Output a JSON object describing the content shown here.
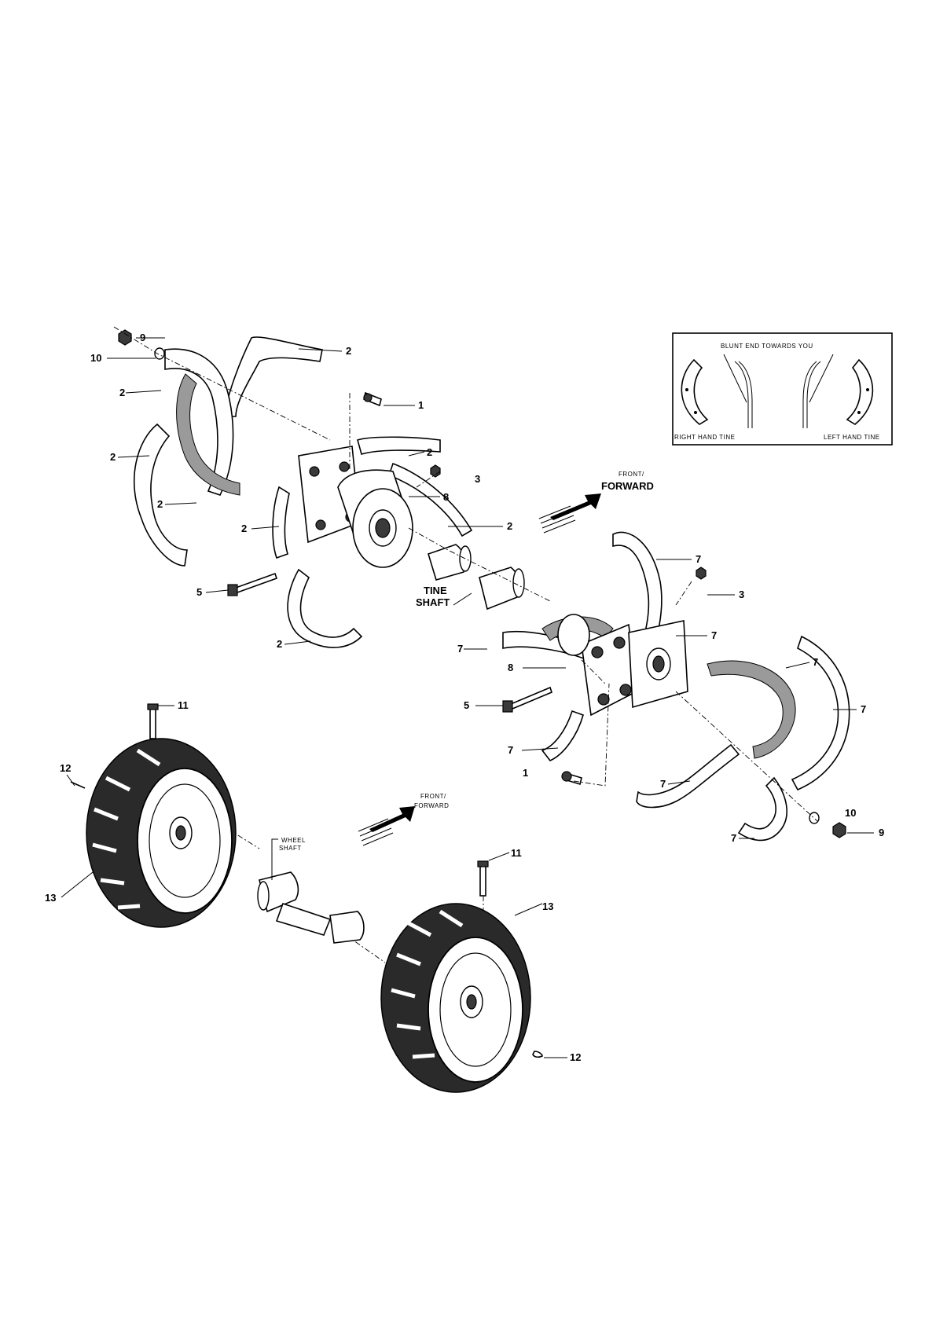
{
  "inset": {
    "title": "BLUNT END TOWARDS YOU",
    "right_label": "RIGHT HAND TINE",
    "left_label": "LEFT HAND TINE"
  },
  "directions": {
    "front_forward_1": [
      "FRONT/",
      "FORWARD"
    ],
    "front_forward_2": [
      "FRONT/",
      "FORWARD"
    ]
  },
  "captions": {
    "tine_shaft": [
      "TINE",
      "SHAFT"
    ],
    "wheel_shaft": [
      "WHEEL",
      "SHAFT"
    ]
  },
  "callouts": {
    "left_assembly": [
      "9",
      "10",
      "2",
      "2",
      "2",
      "2",
      "1",
      "2",
      "3",
      "8",
      "2",
      "2",
      "5",
      "2"
    ],
    "right_assembly": [
      "7",
      "3",
      "7",
      "7",
      "7",
      "8",
      "7",
      "5",
      "7",
      "1",
      "7",
      "10",
      "9",
      "7"
    ],
    "wheels": [
      "11",
      "12",
      "13",
      "11",
      "13",
      "12"
    ]
  }
}
